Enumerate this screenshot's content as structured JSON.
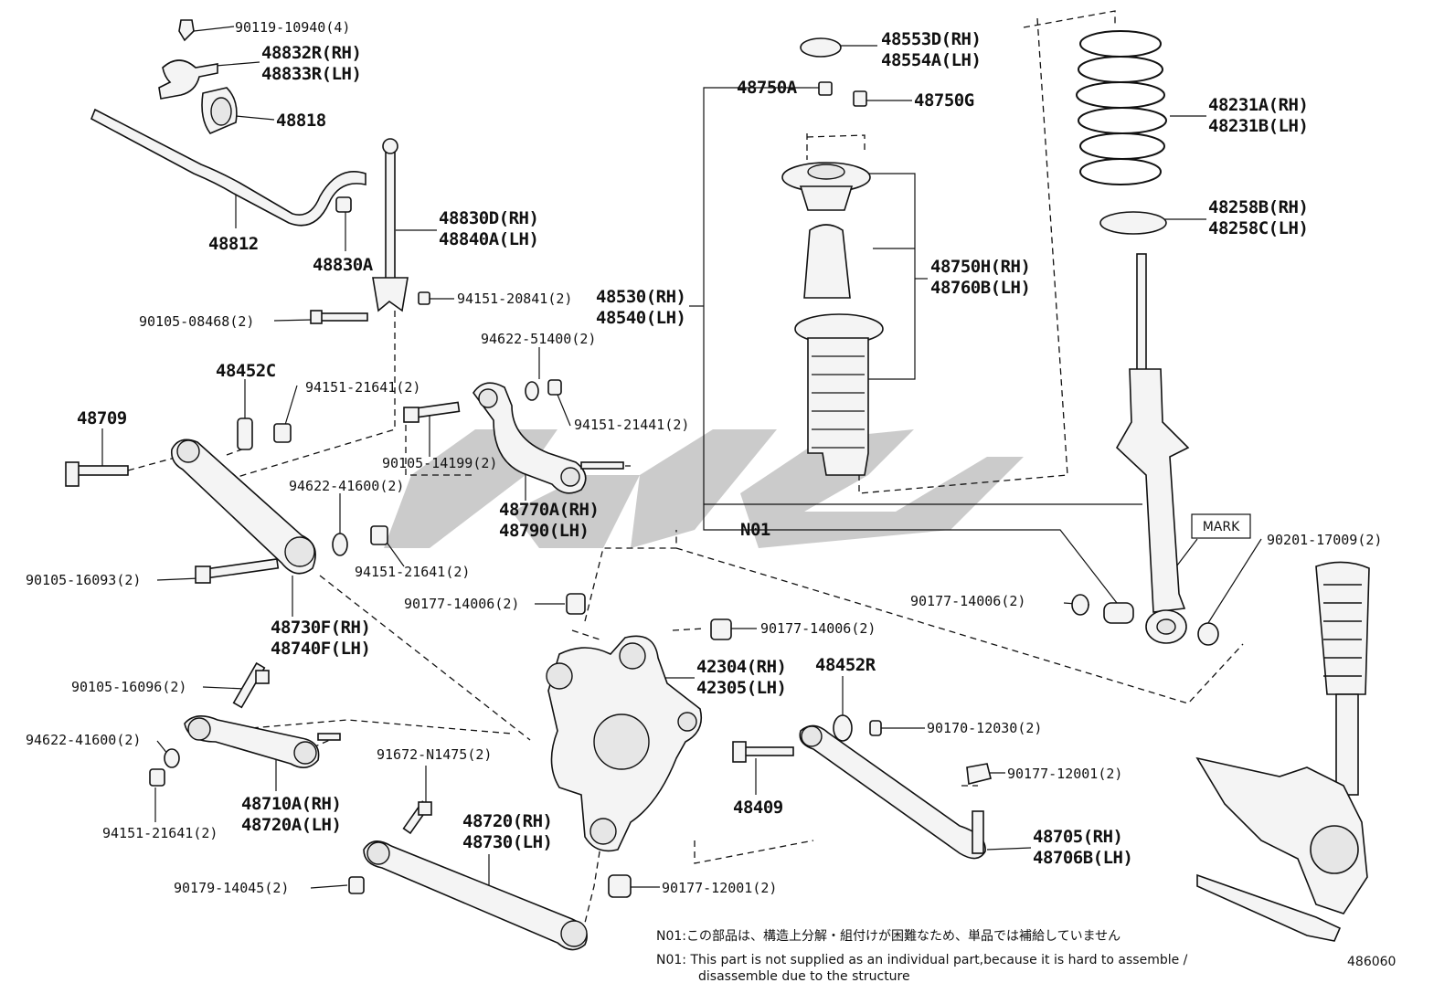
{
  "diagram_id": "486060",
  "mark_label": "MARK",
  "labels": {
    "l_90119": "90119-10940(4)",
    "l_48832R": "48832R(RH)",
    "l_48833R": "48833R(LH)",
    "l_48818": "48818",
    "l_48812": "48812",
    "l_48830A": "48830A",
    "l_48830D": "48830D(RH)",
    "l_48840A": "48840A(LH)",
    "l_94151_20841": "94151-20841(2)",
    "l_90105_08468": "90105-08468(2)",
    "l_48530": "48530(RH)",
    "l_48540": "48540(LH)",
    "l_94622_51400": "94622-51400(2)",
    "l_48452C": "48452C",
    "l_94151_21641_a": "94151-21641(2)",
    "l_94151_21441": "94151-21441(2)",
    "l_48709": "48709",
    "l_90105_14199": "90105-14199(2)",
    "l_48770A": "48770A(RH)",
    "l_48790": "48790(LH)",
    "l_94622_41600_a": "94622-41600(2)",
    "l_94151_21641_b": "94151-21641(2)",
    "l_90105_16093": "90105-16093(2)",
    "l_48730F": "48730F(RH)",
    "l_48740F": "48740F(LH)",
    "l_90177_14006_a": "90177-14006(2)",
    "l_90177_14006_b": "90177-14006(2)",
    "l_90177_14006_c": "90177-14006(2)",
    "l_42304": "42304(RH)",
    "l_42305": "42305(LH)",
    "l_90105_16096": "90105-16096(2)",
    "l_94622_41600_b": "94622-41600(2)",
    "l_94151_21641_c": "94151-21641(2)",
    "l_48710A": "48710A(RH)",
    "l_48720A": "48720A(LH)",
    "l_91672": "91672-N1475(2)",
    "l_48720": "48720(RH)",
    "l_48730": "48730(LH)",
    "l_90179": "90179-14045(2)",
    "l_90177_12001_a": "90177-12001(2)",
    "l_90177_12001_b": "90177-12001(2)",
    "l_48452R": "48452R",
    "l_90170": "90170-12030(2)",
    "l_48409": "48409",
    "l_48705": "48705(RH)",
    "l_48706B": "48706B(LH)",
    "l_48553D": "48553D(RH)",
    "l_48554A": "48554A(LH)",
    "l_48750A": "48750A",
    "l_48750G": "48750G",
    "l_48750H": "48750H(RH)",
    "l_48760B": "48760B(LH)",
    "l_48231A": "48231A(RH)",
    "l_48231B": "48231B(LH)",
    "l_48258B": "48258B(RH)",
    "l_48258C": "48258C(LH)",
    "l_N01": "N01",
    "l_90201": "90201-17009(2)"
  },
  "notes": {
    "jp": "N01:この部品は、構造上分解・組付けが困難なため、単品では補給していません",
    "en_line1": "N01: This part is not supplied as an individual part,because it is hard to assemble /",
    "en_line2": "disassemble due to the structure"
  }
}
